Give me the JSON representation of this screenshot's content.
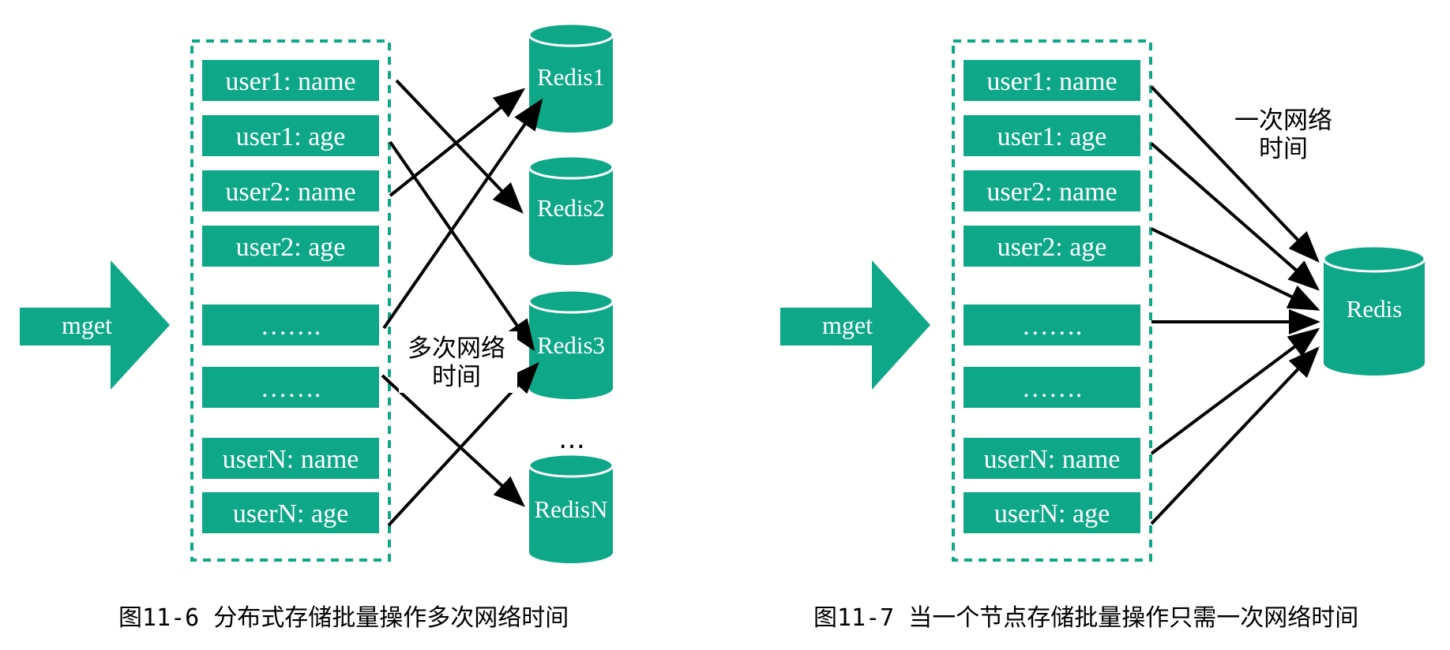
{
  "left_figure": {
    "input_label": "mget",
    "keys": [
      "user1: name",
      "user1: age",
      "user2: name",
      "user2: age",
      "…….",
      "…….",
      "userN: name",
      "userN: age"
    ],
    "nodes": [
      "Redis1",
      "Redis2",
      "Redis3",
      "RedisN"
    ],
    "nodes_ellipsis": "…",
    "note_line1": "多次网络",
    "note_line2": "时间",
    "caption": "图11-6 分布式存储批量操作多次网络时间"
  },
  "right_figure": {
    "input_label": "mget",
    "keys": [
      "user1: name",
      "user1: age",
      "user2: name",
      "user2: age",
      "…….",
      "…….",
      "userN: name",
      "userN: age"
    ],
    "node": "Redis",
    "note_line1": "一次网络",
    "note_line2": "时间",
    "caption": "图11-7 当一个节点存储批量操作只需一次网络时间"
  },
  "colors": {
    "accent": "#0ea889",
    "arrow": "#000000"
  }
}
